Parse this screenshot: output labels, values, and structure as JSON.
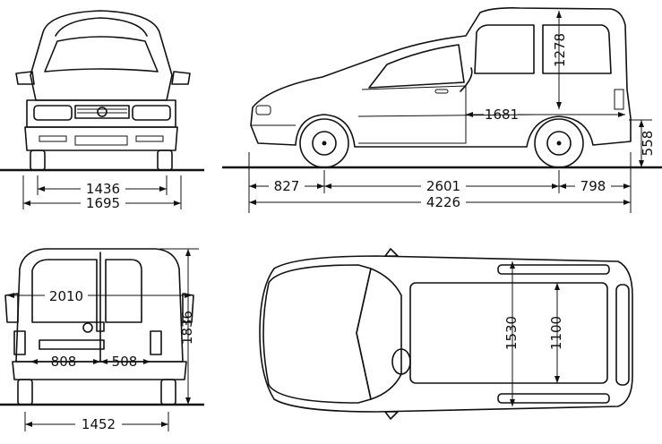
{
  "dimensions": {
    "front_track": "1436",
    "front_width": "1695",
    "side_overhang_front": "827",
    "side_wheelbase": "2601",
    "side_overhang_rear": "798",
    "side_length": "4226",
    "side_cargo_length": "1681",
    "side_cargo_height": "1278",
    "side_load_height": "558",
    "rear_door_height": "2010",
    "rear_door_left": "808",
    "rear_door_right": "508",
    "rear_height": "1836",
    "rear_track": "1452",
    "top_width": "1530",
    "top_between_arches": "1100"
  }
}
